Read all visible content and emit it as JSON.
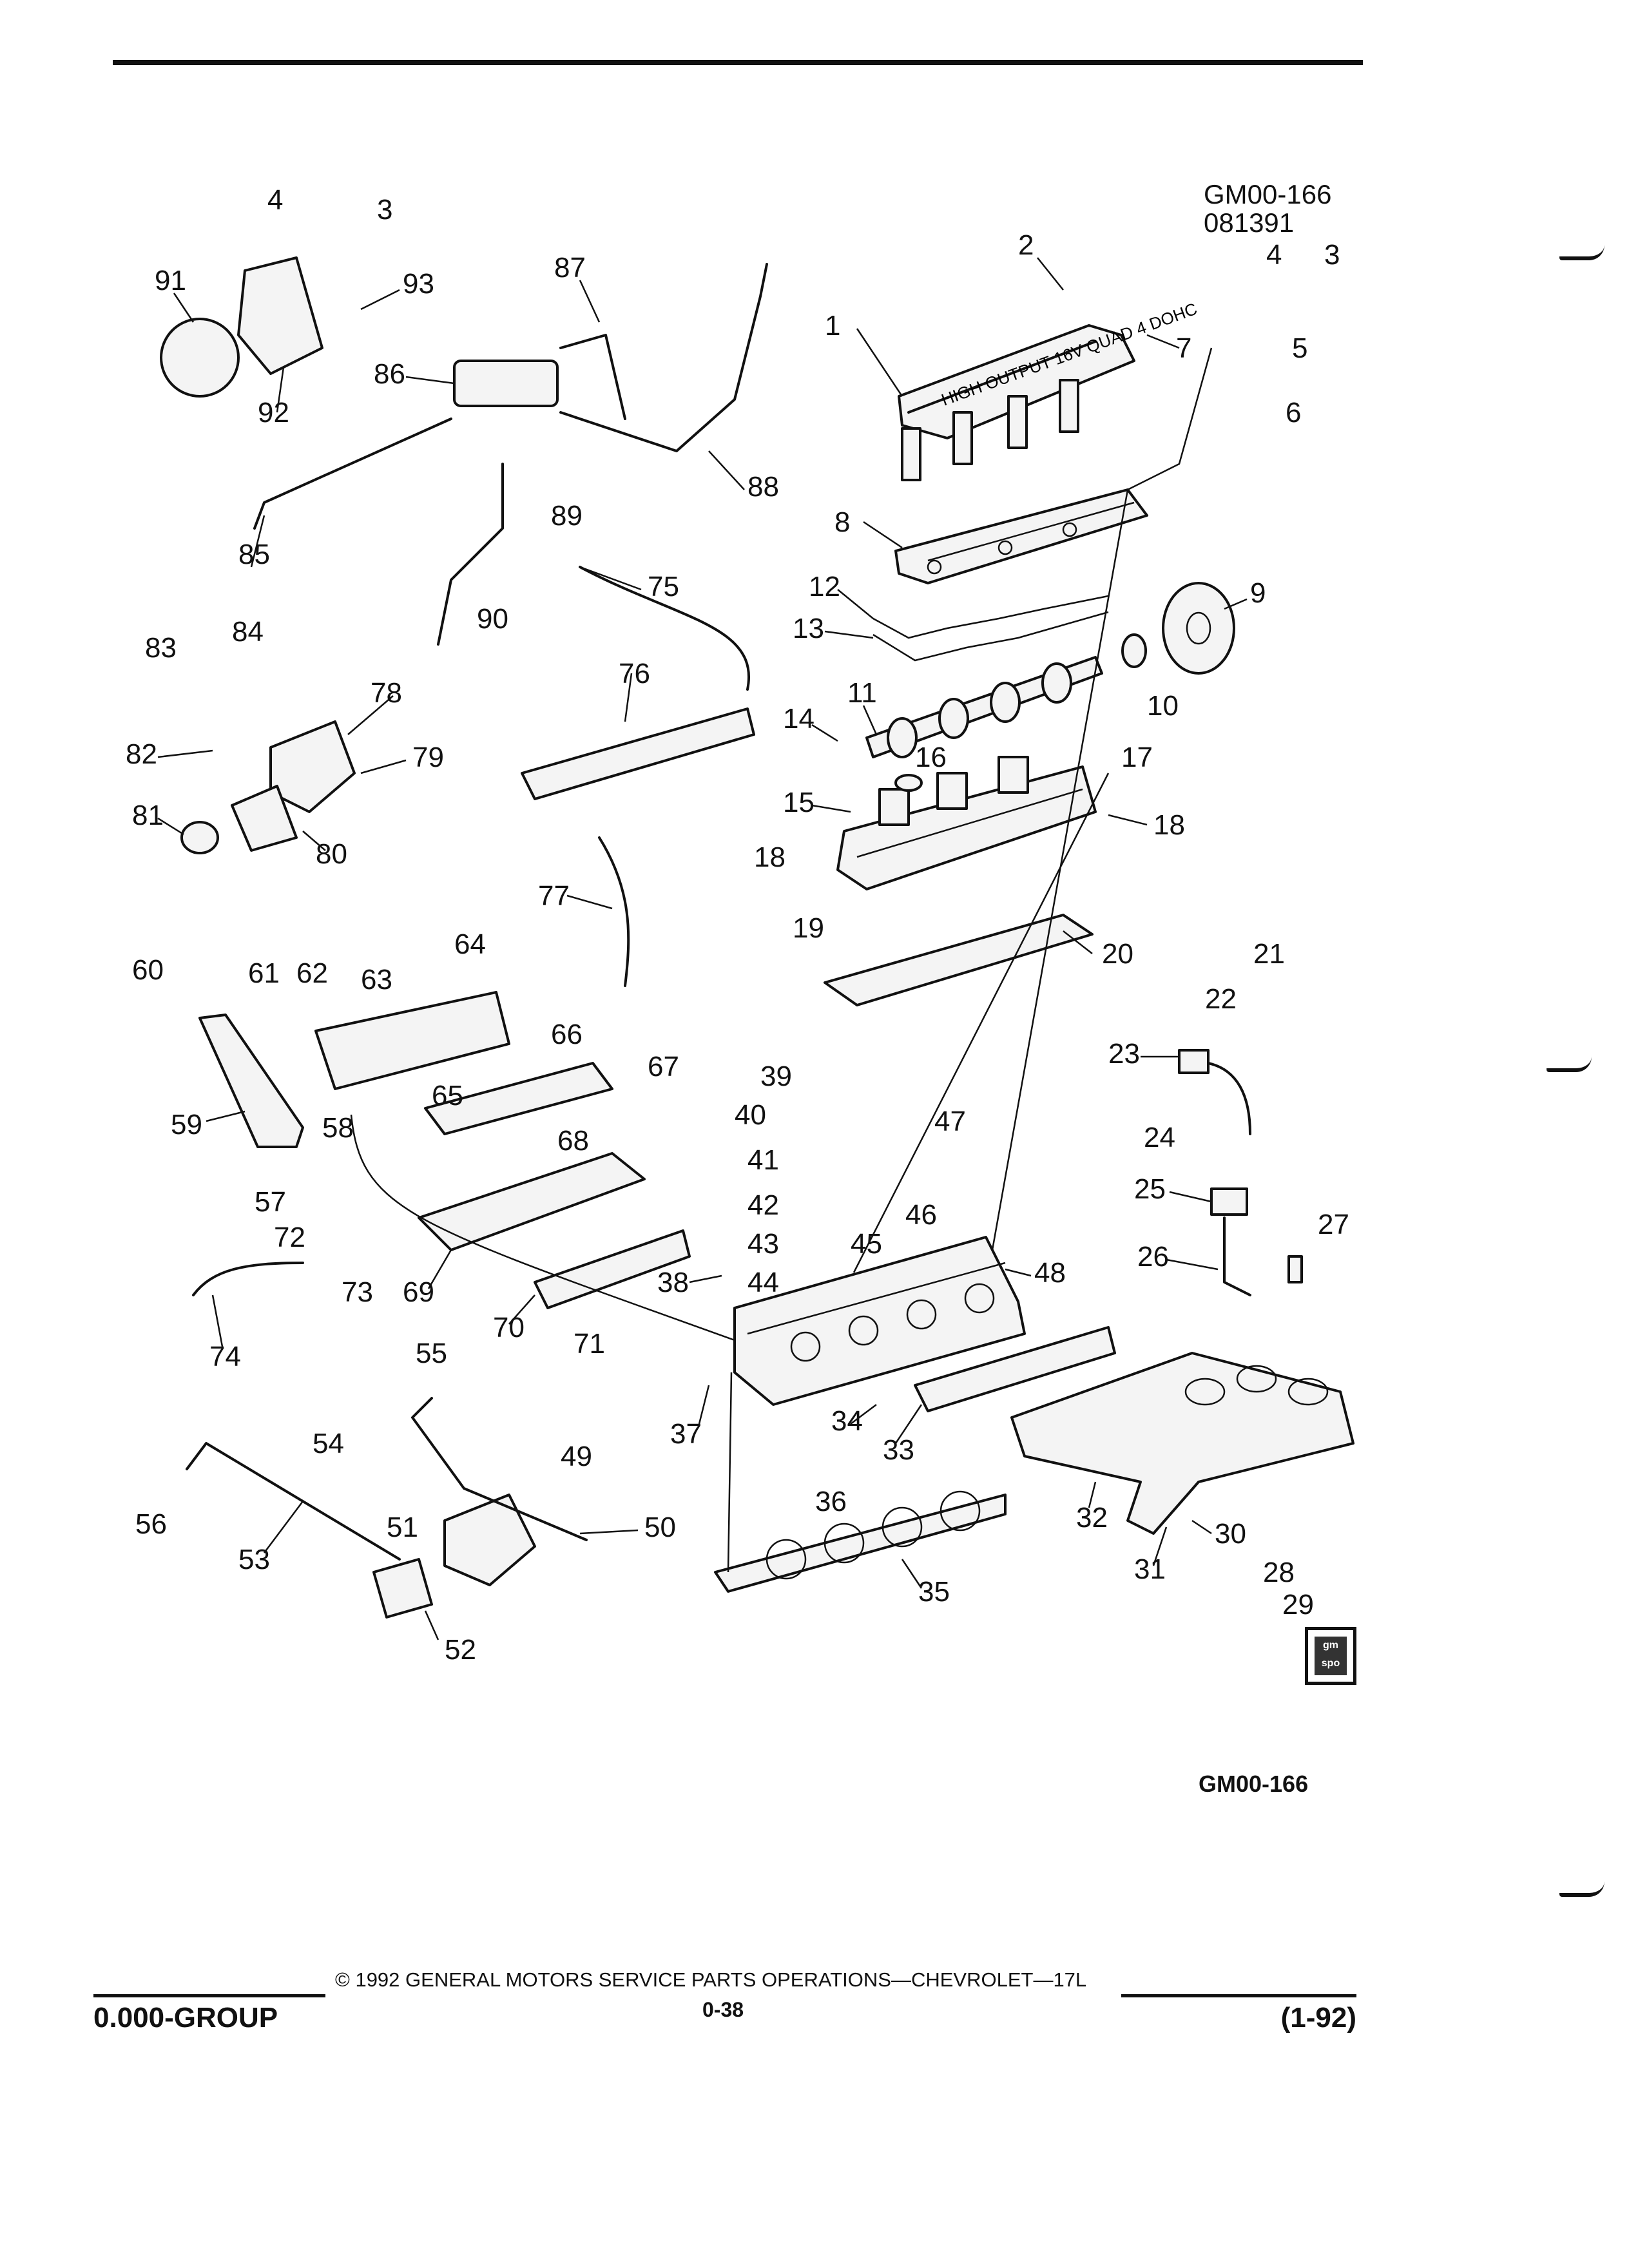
{
  "header": {
    "drawing_code": "GM00-166",
    "drawing_date": "081391"
  },
  "diagram": {
    "callouts": [
      "1",
      "2",
      "3",
      "4",
      "5",
      "6",
      "7",
      "8",
      "9",
      "10",
      "11",
      "12",
      "13",
      "14",
      "15",
      "16",
      "17",
      "18",
      "19",
      "20",
      "21",
      "22",
      "23",
      "24",
      "25",
      "26",
      "27",
      "28",
      "29",
      "30",
      "31",
      "32",
      "33",
      "34",
      "35",
      "36",
      "37",
      "38",
      "39",
      "40",
      "41",
      "42",
      "43",
      "44",
      "45",
      "46",
      "47",
      "48",
      "49",
      "50",
      "51",
      "52",
      "53",
      "54",
      "55",
      "56",
      "57",
      "58",
      "59",
      "60",
      "61",
      "62",
      "63",
      "64",
      "65",
      "66",
      "67",
      "68",
      "69",
      "70",
      "71",
      "72",
      "73",
      "74",
      "75",
      "76",
      "77",
      "78",
      "79",
      "80",
      "81",
      "82",
      "83",
      "84",
      "85",
      "86",
      "87",
      "88",
      "89",
      "90",
      "91",
      "92",
      "93"
    ],
    "cover_text": "HIGH OUTPUT 16V QUAD 4 DOHC",
    "bottom_code": "GM00-166"
  },
  "badge": {
    "text": "gm spo"
  },
  "footer": {
    "group": "0.000-GROUP",
    "copyright": "© 1992 GENERAL MOTORS SERVICE PARTS OPERATIONS—CHEVROLET—17L",
    "page": "0-38",
    "revision": "(1-92)"
  }
}
